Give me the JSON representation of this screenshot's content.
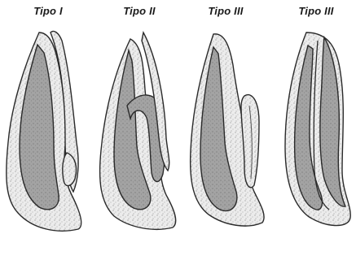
{
  "labels": [
    "Tipo I",
    "Tipo II",
    "Tipo III",
    "Tipo III"
  ],
  "colors": {
    "background": "#ffffff",
    "outline": "#2a2a2a",
    "enamel_stipple": "#e6e6e6",
    "dentin": "#9a9a9a"
  }
}
